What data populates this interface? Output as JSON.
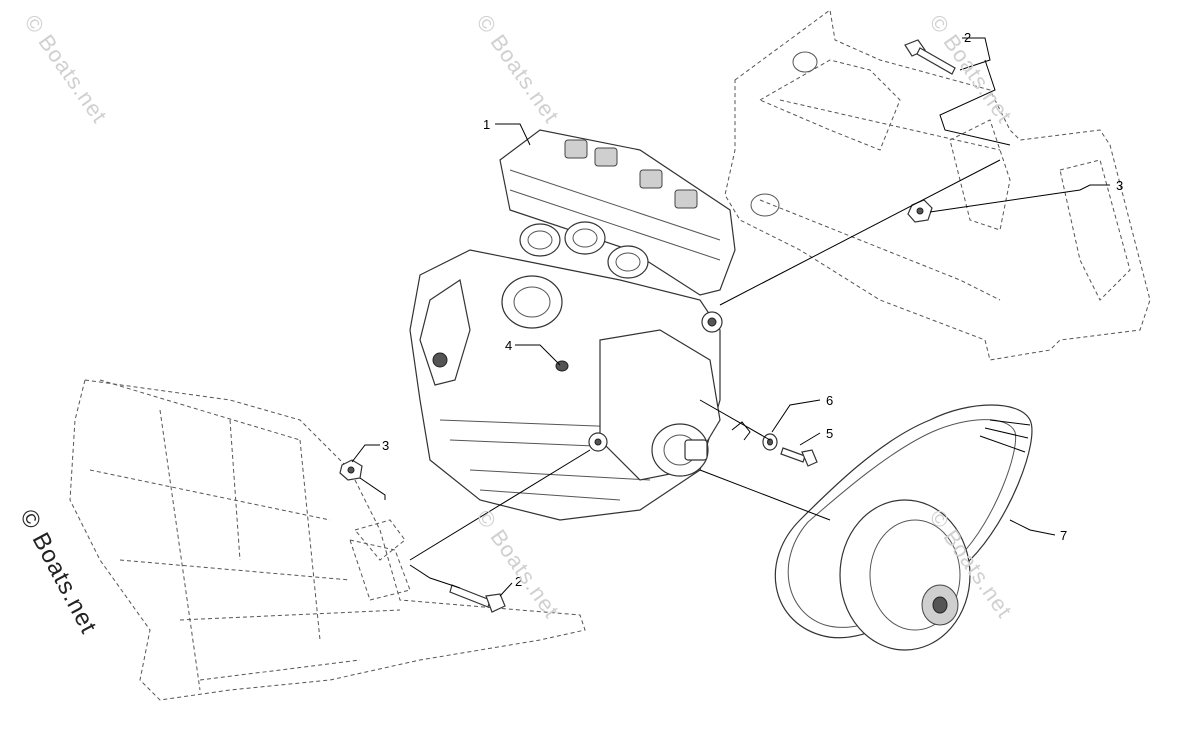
{
  "watermarks": {
    "text": "© Boats.net"
  },
  "callouts": {
    "c1": "1",
    "c2a": "2",
    "c2b": "2",
    "c3a": "3",
    "c3b": "3",
    "c4": "4",
    "c5": "5",
    "c6": "6",
    "c7": "7"
  }
}
